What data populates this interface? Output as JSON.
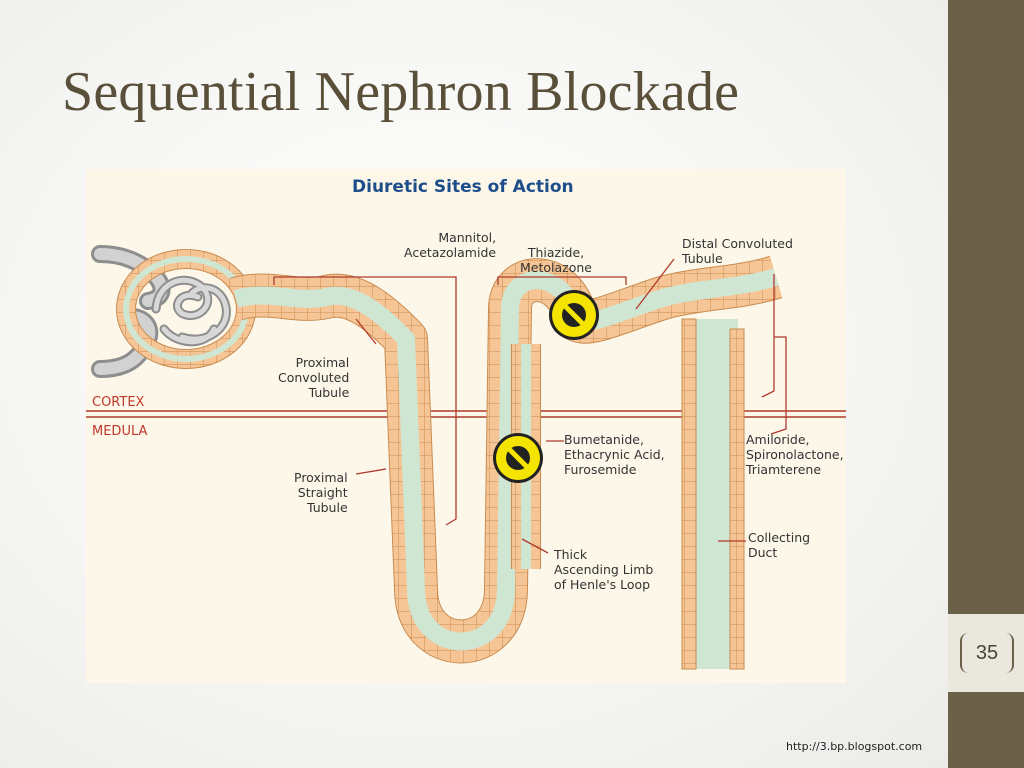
{
  "slide": {
    "title": "Sequential Nephron Blockade",
    "page_number": "35",
    "credit": "http://3.bp.blogspot.com"
  },
  "figure": {
    "title": "Diuretic Sites of Action",
    "zones": {
      "cortex": "CORTEX",
      "medulla": "MEDULA"
    },
    "labels": {
      "mannitol": [
        "Mannitol,",
        "Acetazolamide"
      ],
      "thiazide": [
        "Thiazide,",
        "Metolazone"
      ],
      "distal": [
        "Distal Convoluted",
        "Tubule"
      ],
      "pct": [
        "Proximal",
        "Convoluted",
        "Tubule"
      ],
      "pst": [
        "Proximal",
        "Straight",
        "Tubule"
      ],
      "loop_drugs": [
        "Bumetanide,",
        "Ethacrynic Acid,",
        "Furosemide"
      ],
      "tal": [
        "Thick",
        "Ascending Limb",
        "of Henle's Loop"
      ],
      "ksparing": [
        "Amiloride,",
        "Spironolactone,",
        "Triamterene"
      ],
      "collecting": [
        "Collecting",
        "Duct"
      ]
    },
    "colors": {
      "tubule_cells": "#f6c596",
      "lumen": "#cfe6d2",
      "leader_lines": "#b03a2e",
      "block_symbol": "#f5e400"
    }
  }
}
